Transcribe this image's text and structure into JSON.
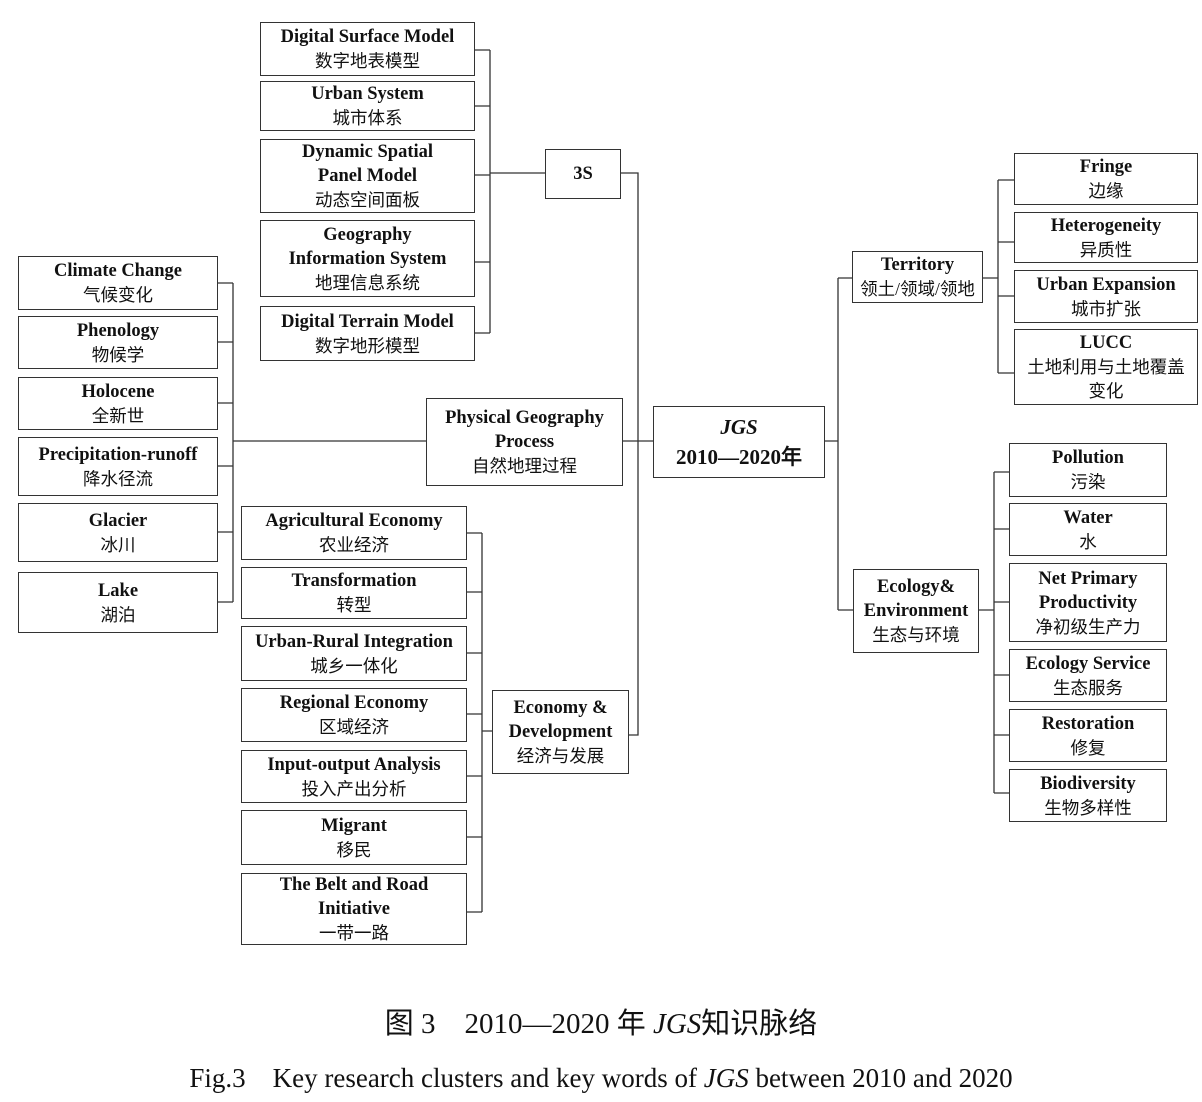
{
  "center": {
    "title": "JGS",
    "subtitle": "2010—2020年"
  },
  "clusters": {
    "s3": {
      "en": [
        "3S"
      ],
      "zh": "",
      "children": [
        {
          "en": [
            "Digital Surface Model"
          ],
          "zh": "数字地表模型"
        },
        {
          "en": [
            "Urban System"
          ],
          "zh": "城市体系"
        },
        {
          "en": [
            "Dynamic Spatial",
            "Panel Model"
          ],
          "zh": "动态空间面板"
        },
        {
          "en": [
            "Geography",
            "Information System"
          ],
          "zh": "地理信息系统"
        },
        {
          "en": [
            "Digital Terrain Model"
          ],
          "zh": "数字地形模型"
        }
      ]
    },
    "phys": {
      "en": [
        "Physical Geography",
        "Process"
      ],
      "zh": "自然地理过程",
      "children": [
        {
          "en": [
            "Climate Change"
          ],
          "zh": "气候变化"
        },
        {
          "en": [
            "Phenology"
          ],
          "zh": "物候学"
        },
        {
          "en": [
            "Holocene"
          ],
          "zh": "全新世"
        },
        {
          "en": [
            "Precipitation-runoff"
          ],
          "zh": "降水径流"
        },
        {
          "en": [
            "Glacier"
          ],
          "zh": "冰川"
        },
        {
          "en": [
            "Lake"
          ],
          "zh": "湖泊"
        }
      ]
    },
    "econ": {
      "en": [
        "Economy &",
        "Development"
      ],
      "zh": "经济与发展",
      "children": [
        {
          "en": [
            "Agricultural Economy"
          ],
          "zh": "农业经济"
        },
        {
          "en": [
            "Transformation"
          ],
          "zh": "转型"
        },
        {
          "en": [
            "Urban-Rural Integration"
          ],
          "zh": "城乡一体化"
        },
        {
          "en": [
            "Regional Economy"
          ],
          "zh": "区域经济"
        },
        {
          "en": [
            "Input-output Analysis"
          ],
          "zh": "投入产出分析"
        },
        {
          "en": [
            "Migrant"
          ],
          "zh": "移民"
        },
        {
          "en": [
            "The Belt and Road",
            "Initiative"
          ],
          "zh": "一带一路"
        }
      ]
    },
    "terr": {
      "en": [
        "Territory"
      ],
      "zh": "领土/领域/领地",
      "children": [
        {
          "en": [
            "Fringe"
          ],
          "zh": "边缘"
        },
        {
          "en": [
            "Heterogeneity"
          ],
          "zh": "异质性"
        },
        {
          "en": [
            "Urban Expansion"
          ],
          "zh": "城市扩张"
        },
        {
          "en": [
            "LUCC"
          ],
          "zh": "土地利用与土地覆盖变化"
        }
      ]
    },
    "eco": {
      "en": [
        "Ecology&",
        "Environment"
      ],
      "zh": "生态与环境",
      "children": [
        {
          "en": [
            "Pollution"
          ],
          "zh": "污染"
        },
        {
          "en": [
            "Water"
          ],
          "zh": "水"
        },
        {
          "en": [
            "Net Primary",
            "Productivity"
          ],
          "zh": "净初级生产力"
        },
        {
          "en": [
            "Ecology Service"
          ],
          "zh": "生态服务"
        },
        {
          "en": [
            "Restoration"
          ],
          "zh": "修复"
        },
        {
          "en": [
            "Biodiversity"
          ],
          "zh": "生物多样性"
        }
      ]
    }
  },
  "caption": {
    "zh_prefix": "图 3　2010—2020 年 ",
    "zh_italic": "JGS",
    "zh_suffix": "知识脉络",
    "en_prefix": "Fig.3　Key research clusters and key words of ",
    "en_italic": "JGS",
    "en_suffix": " between 2010 and 2020"
  }
}
